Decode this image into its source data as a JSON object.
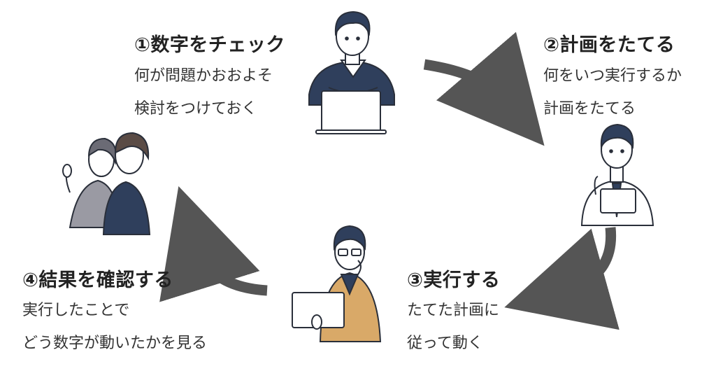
{
  "steps": [
    {
      "title": "①数字をチェック",
      "line1": "何が問題かおおよそ",
      "line2": "検討をつけておく"
    },
    {
      "title": "②計画をたてる",
      "line1": "何をいつ実行するか",
      "line2": "計画をたてる"
    },
    {
      "title": "③実行する",
      "line1": "たてた計画に",
      "line2": "従って動く"
    },
    {
      "title": "④結果を確認する",
      "line1": "実行したことで",
      "line2": "どう数字が動いたかを見る"
    }
  ],
  "colors": {
    "arrow": "#555555",
    "navy": "#2f3f5c",
    "outline": "#2a2f3a",
    "mustard": "#d9a968",
    "skin": "#ffffff"
  }
}
